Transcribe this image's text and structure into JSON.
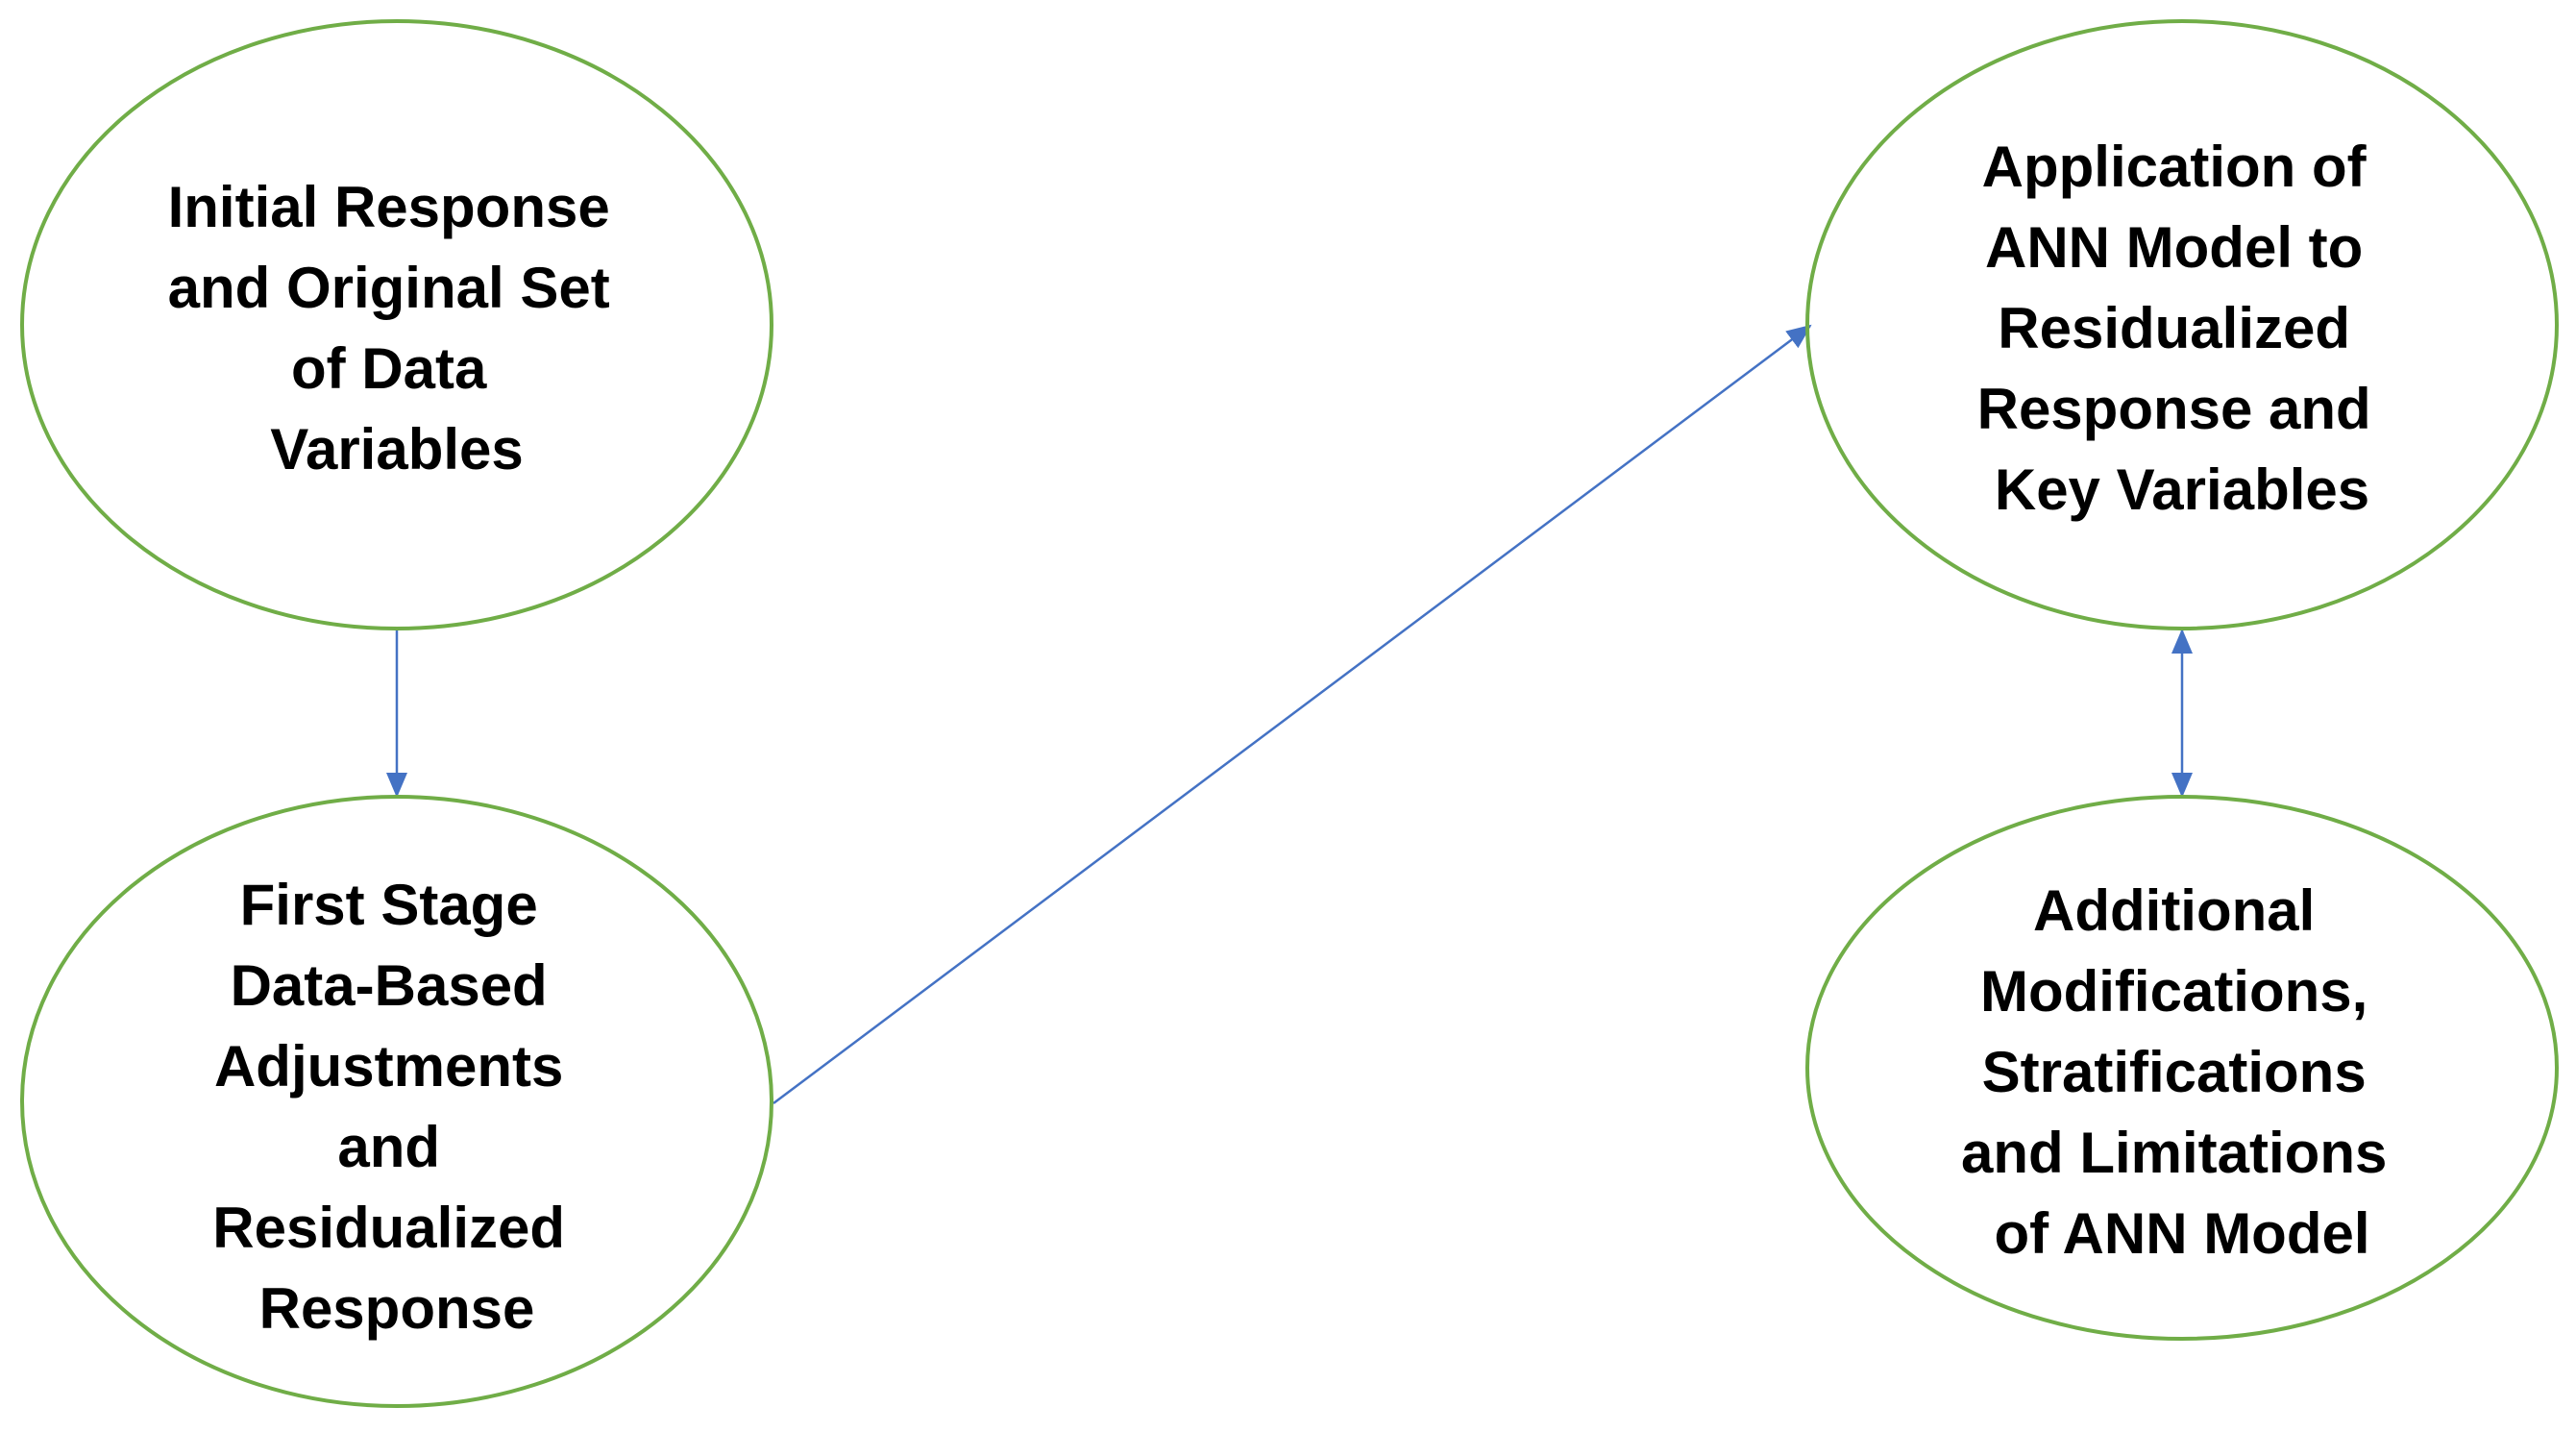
{
  "colors": {
    "node_outline": "#70ad47",
    "arrow": "#4472c4",
    "text": "#000000",
    "background": "#ffffff"
  },
  "nodes": {
    "initial_response": {
      "lines": [
        "Initial Response",
        "and Original Set",
        "of Data",
        "Variables"
      ]
    },
    "first_stage": {
      "lines": [
        "First Stage",
        "Data-Based",
        "Adjustments",
        "and",
        "Residualized",
        "Response"
      ]
    },
    "ann_application": {
      "lines": [
        "Application of",
        "ANN Model to",
        "Residualized",
        "Response and",
        "Key Variables"
      ]
    },
    "additional_modifications": {
      "lines": [
        "Additional",
        "Modifications,",
        "Stratifications",
        "and Limitations",
        "of ANN Model"
      ]
    }
  },
  "edges": [
    {
      "from": "initial_response",
      "to": "first_stage",
      "direction": "forward"
    },
    {
      "from": "first_stage",
      "to": "ann_application",
      "direction": "forward"
    },
    {
      "from": "ann_application",
      "to": "additional_modifications",
      "direction": "both"
    }
  ]
}
